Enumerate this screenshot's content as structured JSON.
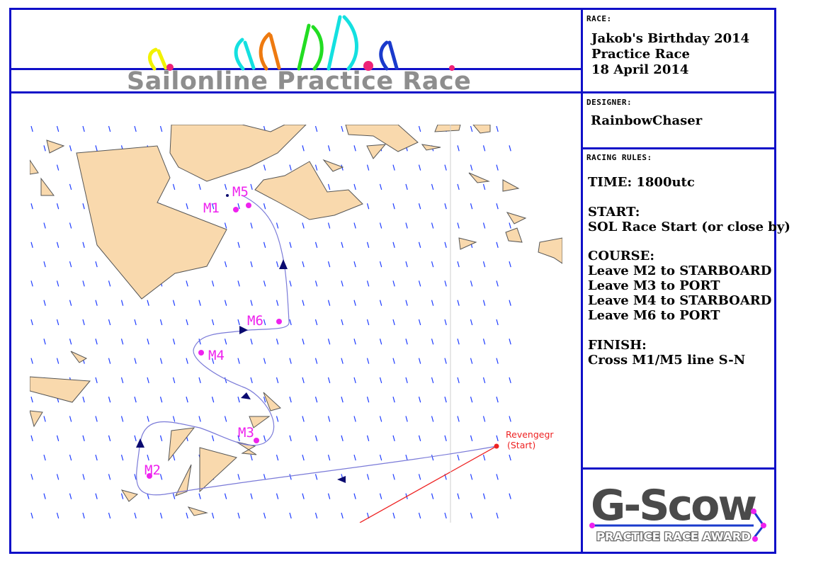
{
  "banner": {
    "title": "Sailonline Practice Race"
  },
  "race": {
    "label": "RACE:",
    "line1": "Jakob's Birthday 2014",
    "line2": "Practice Race",
    "line3": "18 April 2014"
  },
  "designer": {
    "label": "DESIGNER:",
    "name": "RainbowChaser"
  },
  "rules": {
    "label": "RACING RULES:",
    "time": "TIME: 1800utc",
    "start_heading": "START:",
    "start_text": "SOL Race Start (or close by)",
    "course_heading": "COURSE:",
    "course_lines": [
      "Leave M2 to STARBOARD",
      "Leave M3 to PORT",
      "Leave M4 to STARBOARD",
      "Leave M6 to PORT"
    ],
    "finish_heading": "FINISH:",
    "finish_text": "Cross M1/M5 line S-N"
  },
  "map": {
    "marks": [
      "M1",
      "M2",
      "M3",
      "M4",
      "M5",
      "M6"
    ],
    "start_label_line1": "Revengegr",
    "start_label_line2": "(Start)",
    "colors": {
      "land": "#f9d9ad",
      "land_stroke": "#555555",
      "mark": "#ee22ee",
      "course": "#7a7ad8",
      "arrow": "#0a0a70",
      "start": "#ee2222",
      "wind": "#1e3cff"
    }
  },
  "award": {
    "logo_text": "G-Scow",
    "subtitle": "PRACTICE RACE AWARD"
  }
}
